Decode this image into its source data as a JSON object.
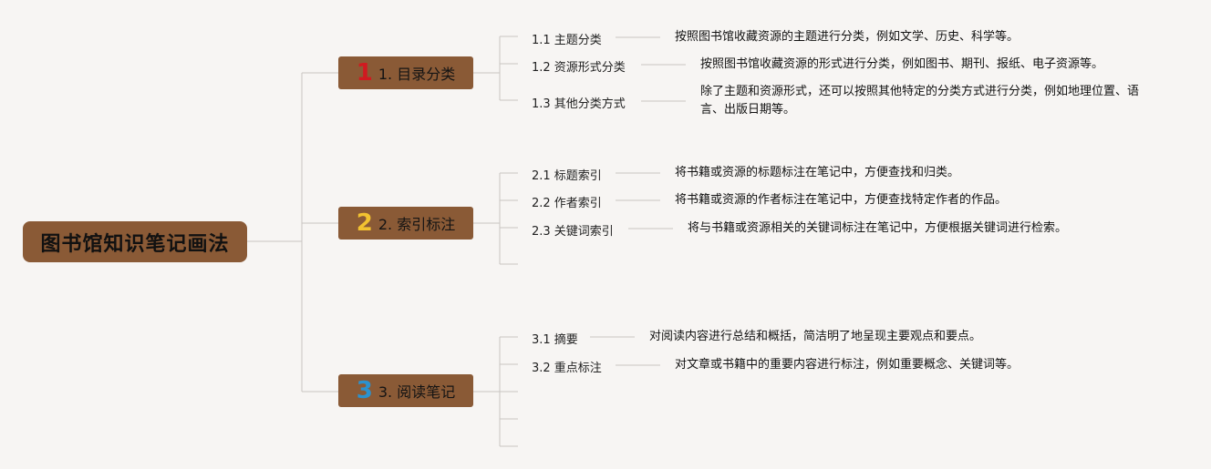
{
  "root": {
    "title": "图书馆知识笔记画法"
  },
  "branches": [
    {
      "number": "1",
      "label": "1. 目录分类",
      "items": [
        {
          "label": "1.1 主题分类",
          "desc": "按照图书馆收藏资源的主题进行分类，例如文学、历史、科学等。"
        },
        {
          "label": "1.2 资源形式分类",
          "desc": "按照图书馆收藏资源的形式进行分类，例如图书、期刊、报纸、电子资源等。"
        },
        {
          "label": "1.3 其他分类方式",
          "desc": "除了主题和资源形式，还可以按照其他特定的分类方式进行分类，例如地理位置、语言、出版日期等。"
        }
      ]
    },
    {
      "number": "2",
      "label": "2. 索引标注",
      "items": [
        {
          "label": "2.1 标题索引",
          "desc": "将书籍或资源的标题标注在笔记中，方便查找和归类。"
        },
        {
          "label": "2.2 作者索引",
          "desc": "将书籍或资源的作者标注在笔记中，方便查找特定作者的作品。"
        },
        {
          "label": "2.3 关键词索引",
          "desc": "将与书籍或资源相关的关键词标注在笔记中，方便根据关键词进行检索。"
        }
      ]
    },
    {
      "number": "3",
      "label": "3. 阅读笔记",
      "items": [
        {
          "label": "3.1 摘要",
          "desc": "对阅读内容进行总结和概括，简洁明了地呈现主要观点和要点。"
        },
        {
          "label": "3.2 重点标注",
          "desc": "对文章或书籍中的重要内容进行标注，例如重要概念、关键词等。"
        }
      ]
    }
  ]
}
